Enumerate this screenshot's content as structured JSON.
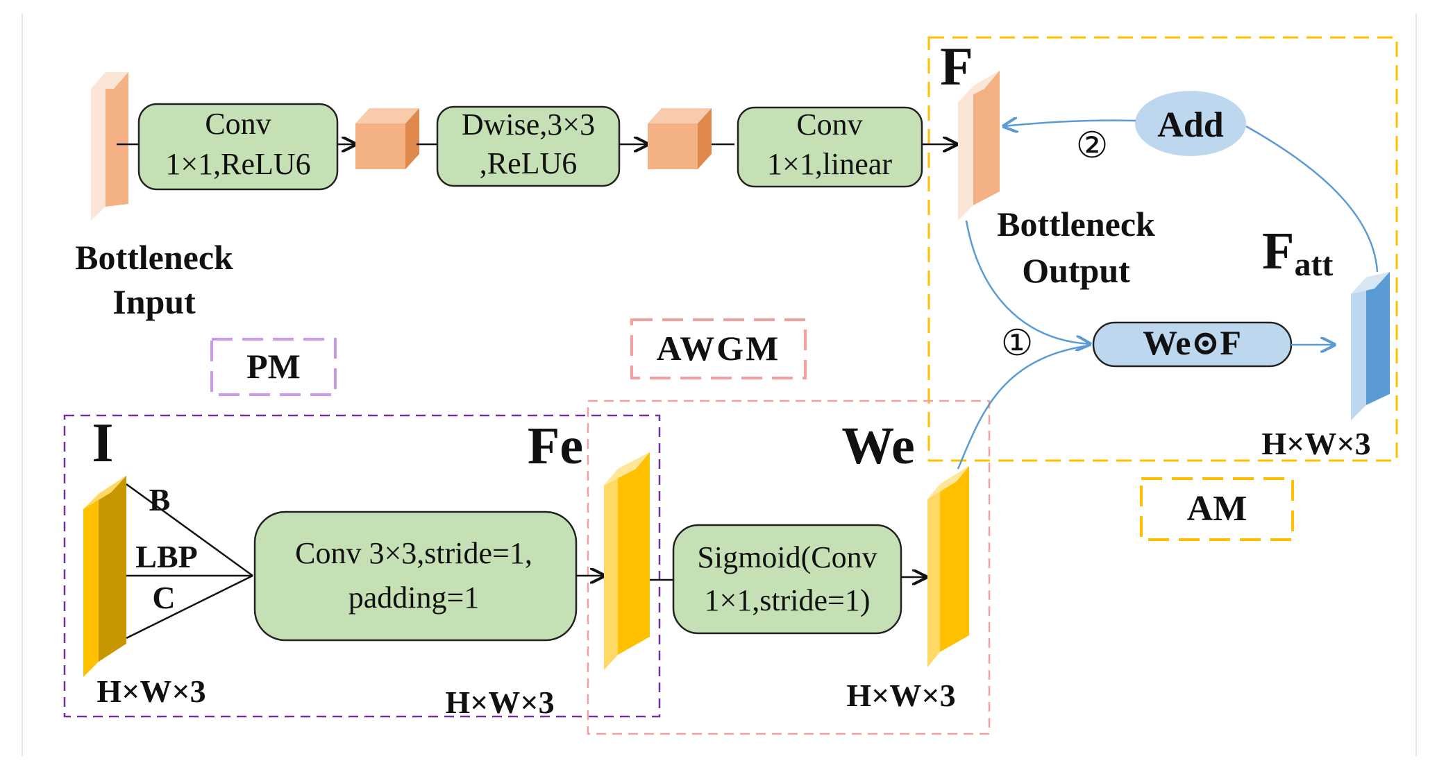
{
  "bottleneck": {
    "input_line1": "Bottleneck",
    "input_line2": "Input",
    "output_line1": "Bottleneck",
    "output_line2": "Output"
  },
  "conv1": {
    "line1": "Conv",
    "line2": "1×1,ReLU6"
  },
  "dwise": {
    "line1": "Dwise,3×3",
    "line2": ",ReLU6"
  },
  "conv2": {
    "line1": "Conv",
    "line2": "1×1,linear"
  },
  "labels": {
    "F": "F",
    "add": "Add",
    "step2": "②",
    "step1": "①",
    "f_att_main": "F",
    "f_att_sub": "att",
    "we_op_f": "We⊙F",
    "I": "I",
    "Fe": "Fe",
    "We": "We",
    "B": "B",
    "LBP": "LBP",
    "C": "C"
  },
  "conv3": {
    "line1": "Conv 3×3,stride=1,",
    "line2": "padding=1"
  },
  "sigmoid": {
    "line1": "Sigmoid(Conv",
    "line2": "1×1,stride=1)"
  },
  "dims": {
    "i": "H×W×3",
    "fe": "H×W×3",
    "we": "H×W×3",
    "att": "H×W×3"
  },
  "modules": {
    "pm": "PM",
    "awgm": "AWGM",
    "am": "AM"
  },
  "colors": {
    "box_fill": "#c5e0b4",
    "orange": "#f4b183",
    "yellow": "#ffc000",
    "gold_dark": "#c89600",
    "blue": "#5b9bd5",
    "light_blue": "#bdd7ee",
    "pm_border": "#cc99ee",
    "pm_region": "#7030a0",
    "awgm_border": "#f4a0a0",
    "am_border": "#ffc000"
  }
}
